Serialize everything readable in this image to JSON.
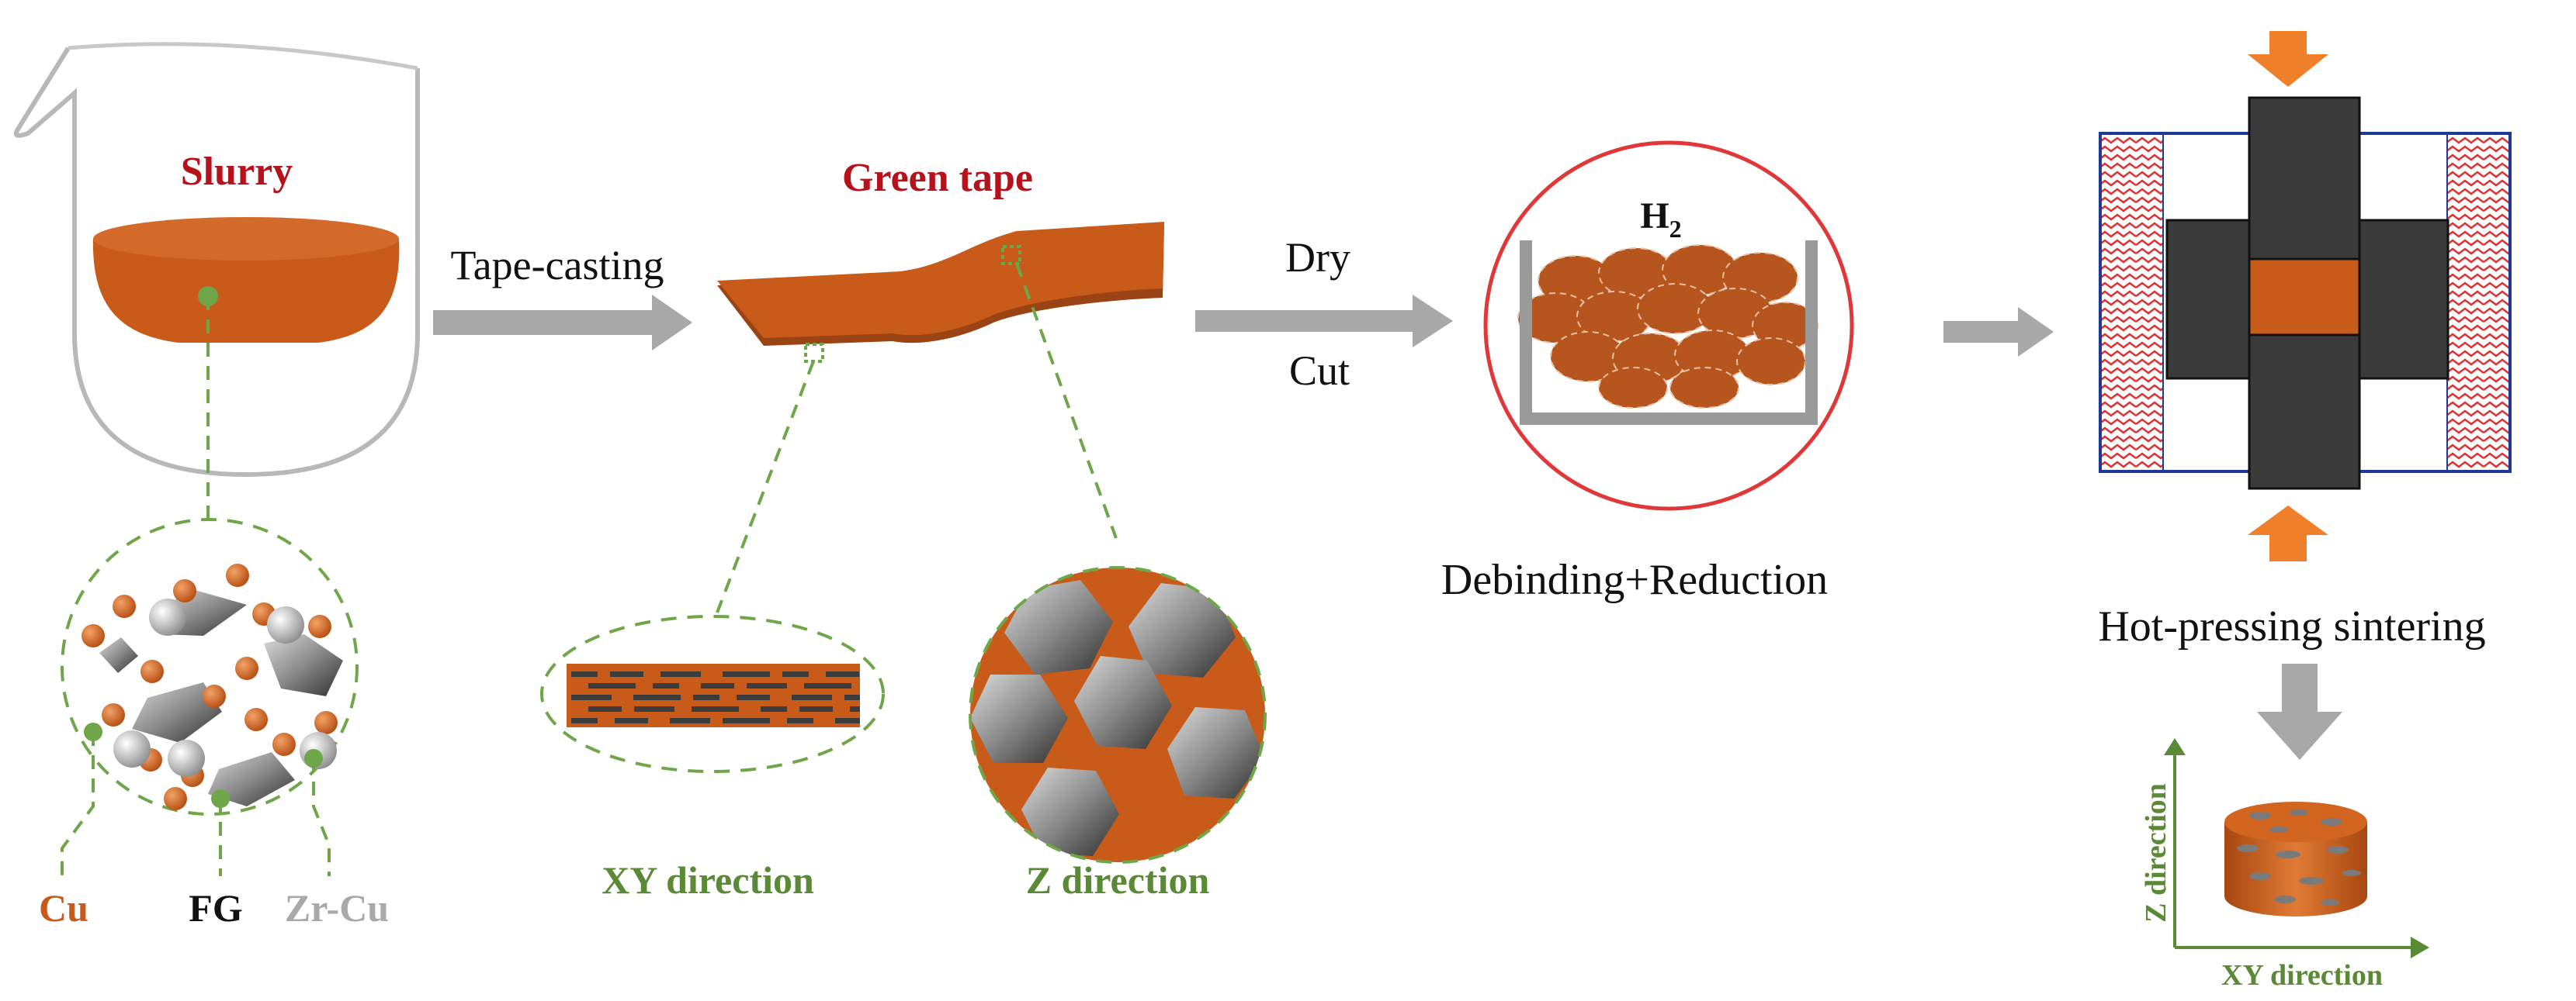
{
  "labels": {
    "slurry": "Slurry",
    "tape_casting": "Tape-casting",
    "green_tape": "Green tape",
    "dry": "Dry",
    "cut": "Cut",
    "h2_main": "H",
    "h2_sub": "2",
    "debinding": "Debinding+Reduction",
    "hot_pressing": "Hot-pressing sintering",
    "xy_direction": "XY direction",
    "z_direction": "Z direction",
    "cu": "Cu",
    "fg": "FG",
    "zr_cu": "Zr-Cu",
    "axis_z": "Z direction",
    "axis_xy": "XY direction"
  },
  "colors": {
    "copper": "#c85a1a",
    "copper_dark": "#9a4314",
    "label_red": "#b5121b",
    "label_green": "#5b8a36",
    "dashed_green": "#6fa64a",
    "arrow_gray": "#a8a8a8",
    "arrow_orange": "#f07f2a",
    "press_dark": "#3a3a3a",
    "frame_blue": "#1f3a93",
    "heater_red": "#e03030",
    "label_gray": "#a9a9a9"
  }
}
